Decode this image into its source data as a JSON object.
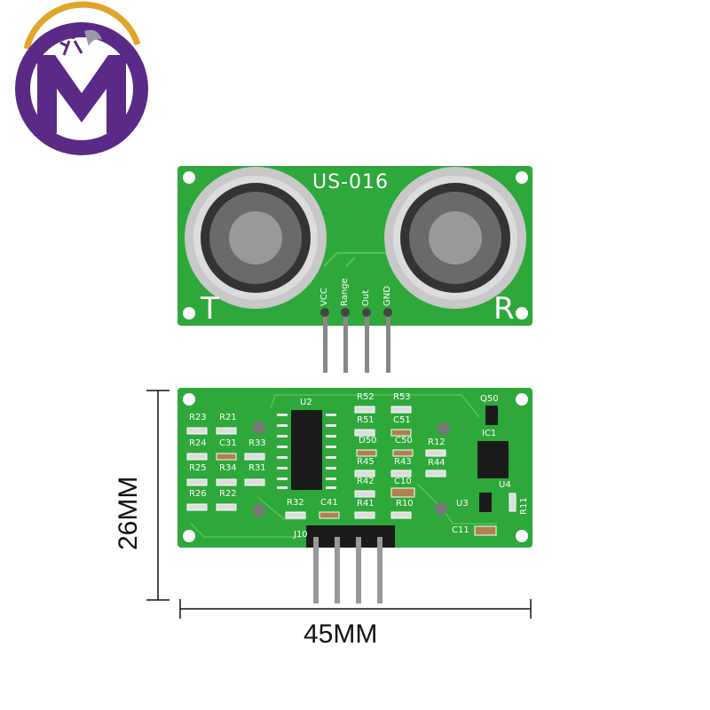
{
  "logo": {
    "letter": "M",
    "colors": {
      "purple": "#5a2a86",
      "gold": "#e0a52a"
    }
  },
  "top_board": {
    "model": "US-016",
    "left_sensor_label": "T",
    "right_sensor_label": "R",
    "pins": [
      "VCC",
      "Range",
      "Out",
      "GND"
    ]
  },
  "bottom_board": {
    "components": {
      "R23": "R23",
      "R21": "R21",
      "R24": "R24",
      "C31": "C31",
      "R33": "R33",
      "R25": "R25",
      "R34": "R34",
      "R31": "R31",
      "R26": "R26",
      "R22": "R22",
      "U2": "U2",
      "R52": "R52",
      "R53": "R53",
      "R51": "R51",
      "C51": "C51",
      "D50": "D50",
      "C50": "C50",
      "R45": "R45",
      "R43": "R43",
      "R42": "R42",
      "C10": "C10",
      "R32": "R32",
      "C41": "C41",
      "R41": "R41",
      "R10": "R10",
      "R12": "R12",
      "R44": "R44",
      "Q50": "Q50",
      "IC1": "IC1",
      "U4": "U4",
      "U3": "U3",
      "R11": "R11",
      "C11": "C11",
      "J10": "J10"
    }
  },
  "dimensions": {
    "height": "26MM",
    "width": "45MM"
  },
  "colors": {
    "pcb": "#2ea83a",
    "trace": "#58c05a",
    "background": "#ffffff"
  }
}
